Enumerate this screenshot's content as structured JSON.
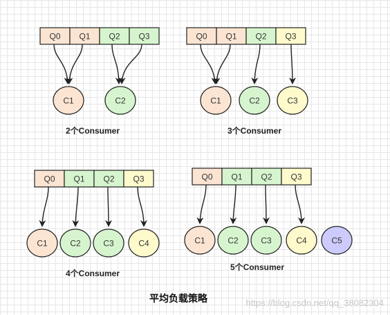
{
  "colors": {
    "q0": "#fbe4d2",
    "q1": "#fbe4d2",
    "q2": "#d6f5cf",
    "q3": "#fffacc",
    "c1": "#fbe4d2",
    "c2": "#d6f5cf",
    "c3": "#d6f5cf",
    "c4": "#fffacc",
    "c5": "#cccbfc",
    "stroke": "#222222",
    "watermark": "#c8c8c8"
  },
  "diagrams": [
    {
      "caption": "2个Consumer",
      "queues": [
        {
          "label": "Q0",
          "color": "#fbe4d2"
        },
        {
          "label": "Q1",
          "color": "#fbe4d2"
        },
        {
          "label": "Q2",
          "color": "#d6f5cf"
        },
        {
          "label": "Q3",
          "color": "#d6f5cf"
        }
      ],
      "consumers": [
        {
          "label": "C1",
          "color": "#fbe4d2"
        },
        {
          "label": "C2",
          "color": "#d6f5cf"
        }
      ],
      "assignments": [
        [
          0,
          0
        ],
        [
          1,
          0
        ],
        [
          2,
          1
        ],
        [
          3,
          1
        ]
      ]
    },
    {
      "caption": "3个Consumer",
      "queues": [
        {
          "label": "Q0",
          "color": "#fbe4d2"
        },
        {
          "label": "Q1",
          "color": "#fbe4d2"
        },
        {
          "label": "Q2",
          "color": "#d6f5cf"
        },
        {
          "label": "Q3",
          "color": "#fffacc"
        }
      ],
      "consumers": [
        {
          "label": "C1",
          "color": "#fbe4d2"
        },
        {
          "label": "C2",
          "color": "#d6f5cf"
        },
        {
          "label": "C3",
          "color": "#fffacc"
        }
      ],
      "assignments": [
        [
          0,
          0
        ],
        [
          1,
          0
        ],
        [
          2,
          1
        ],
        [
          3,
          2
        ]
      ]
    },
    {
      "caption": "4个Consumer",
      "queues": [
        {
          "label": "Q0",
          "color": "#fbe4d2"
        },
        {
          "label": "Q1",
          "color": "#d6f5cf"
        },
        {
          "label": "Q2",
          "color": "#d6f5cf"
        },
        {
          "label": "Q3",
          "color": "#fffacc"
        }
      ],
      "consumers": [
        {
          "label": "C1",
          "color": "#fbe4d2"
        },
        {
          "label": "C2",
          "color": "#d6f5cf"
        },
        {
          "label": "C3",
          "color": "#d6f5cf"
        },
        {
          "label": "C4",
          "color": "#fffacc"
        }
      ],
      "assignments": [
        [
          0,
          0
        ],
        [
          1,
          1
        ],
        [
          2,
          2
        ],
        [
          3,
          3
        ]
      ]
    },
    {
      "caption": "5个Consumer",
      "queues": [
        {
          "label": "Q0",
          "color": "#fbe4d2"
        },
        {
          "label": "Q1",
          "color": "#d6f5cf"
        },
        {
          "label": "Q2",
          "color": "#d6f5cf"
        },
        {
          "label": "Q3",
          "color": "#fffacc"
        }
      ],
      "consumers": [
        {
          "label": "C1",
          "color": "#fbe4d2"
        },
        {
          "label": "C2",
          "color": "#d6f5cf"
        },
        {
          "label": "C3",
          "color": "#d6f5cf"
        },
        {
          "label": "C4",
          "color": "#fffacc"
        },
        {
          "label": "C5",
          "color": "#cccbfc"
        }
      ],
      "assignments": [
        [
          0,
          0
        ],
        [
          1,
          1
        ],
        [
          2,
          2
        ],
        [
          3,
          3
        ]
      ]
    }
  ],
  "title": "平均负载策略",
  "watermark": "https://blog.csdn.net/qq_38082304"
}
